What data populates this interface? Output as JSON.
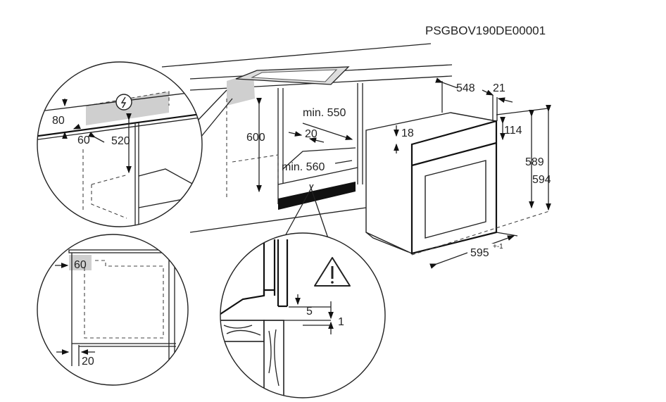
{
  "document_code": "PSGBOV190DE00001",
  "main_view": {
    "niche_height": "600",
    "niche_width": "min. 550",
    "back_gap": "20",
    "niche_depth": "min. 560"
  },
  "oven_dimensions": {
    "depth": "548",
    "front_thickness": "21",
    "top_offset": "18",
    "panel_height": "114",
    "body_height": "589",
    "total_height": "594",
    "width": "595",
    "width_tolerance": "+-1"
  },
  "detail_power_socket": {
    "socket_height": "80",
    "socket_depth": "60",
    "socket_clearance": "520",
    "icon": "electric-hazard-icon"
  },
  "detail_side_view": {
    "top_depth": "60",
    "bottom_gap": "20"
  },
  "detail_warning": {
    "icon": "warning-triangle-icon",
    "gap_5": "5",
    "gap_1": "1"
  }
}
